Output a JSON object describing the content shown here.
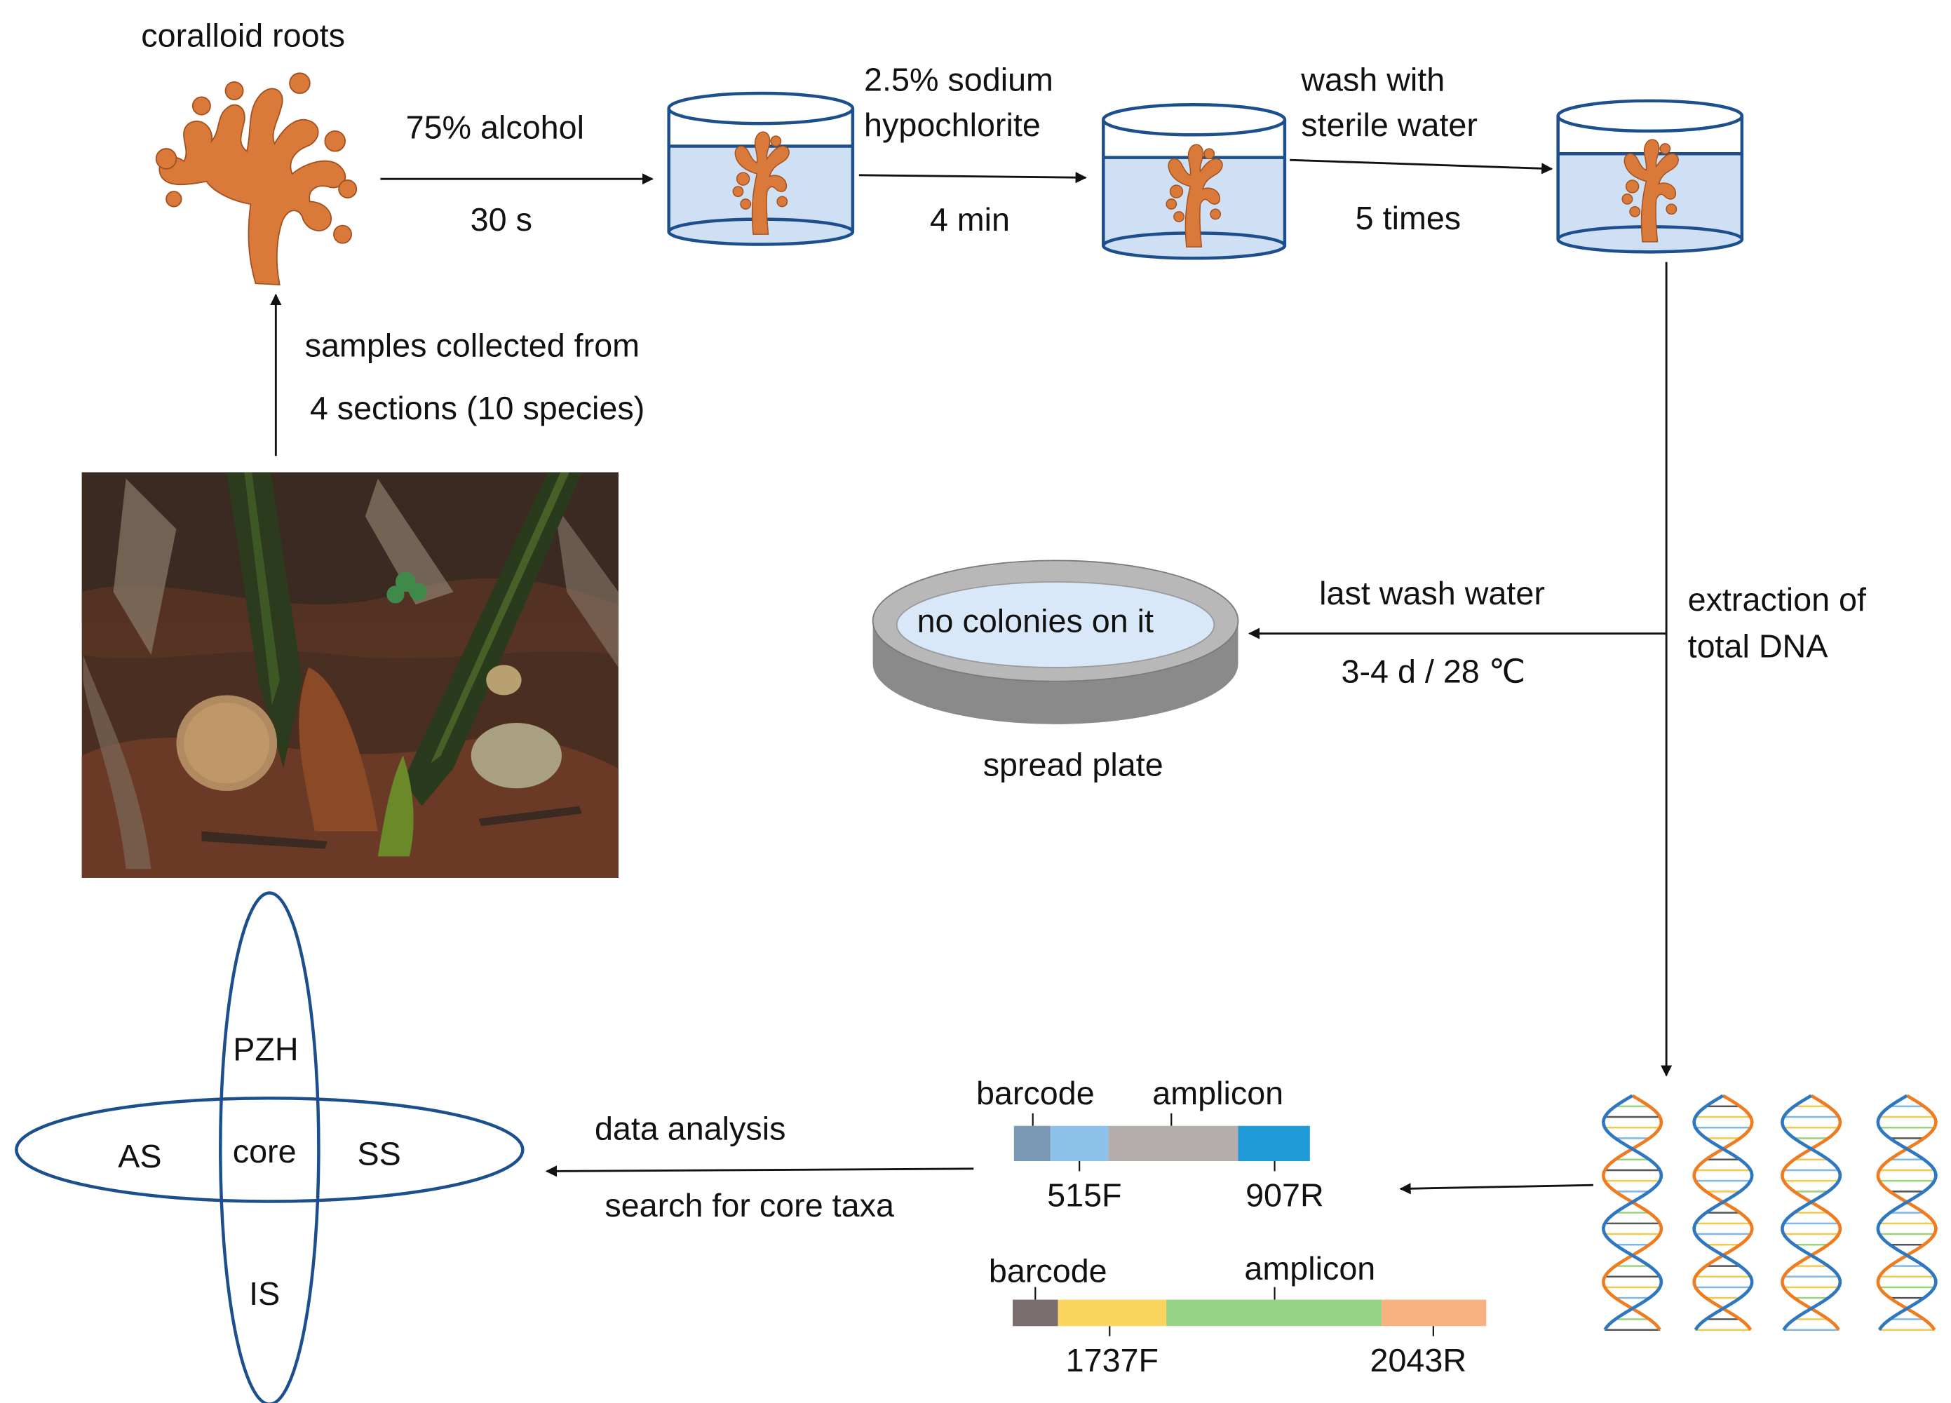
{
  "labels": {
    "coralloid_roots": "coralloid roots",
    "alcohol": "75% alcohol",
    "alcohol_time": "30 s",
    "hypochlorite_line1": "2.5% sodium",
    "hypochlorite_line2": "hypochlorite",
    "hypochlorite_time": "4 min",
    "wash_line1": "wash with",
    "wash_line2": "sterile water",
    "wash_times": "5 times",
    "samples_line1": "samples collected from",
    "samples_line2": "4 sections (10 species)",
    "last_wash": "last wash water",
    "incubation": "3-4 d / 28 ℃",
    "no_colonies": "no colonies on it",
    "spread_plate": "spread plate",
    "extraction_line1": "extraction of",
    "extraction_line2": "total DNA",
    "data_analysis": "data analysis",
    "core_taxa": "search for core taxa"
  },
  "venn": {
    "top": "PZH",
    "left": "AS",
    "center": "core",
    "right": "SS",
    "bottom": "IS"
  },
  "amplicons": [
    {
      "barcode_label": "barcode",
      "amplicon_label": "amplicon",
      "forward": "515F",
      "reverse": "907R",
      "colors": {
        "barcode": "#7b98b4",
        "forward": "#8dc3ea",
        "amplicon": "#b5adac",
        "reverse": "#1f9ad6"
      }
    },
    {
      "barcode_label": "barcode",
      "amplicon_label": "amplicon",
      "forward": "1737F",
      "reverse": "2043R",
      "colors": {
        "barcode": "#7a6e6e",
        "forward": "#fbd55e",
        "amplicon": "#97d384",
        "reverse": "#f9b182"
      }
    }
  ],
  "colors": {
    "venn_stroke": "#1c4f8c",
    "beaker_stroke": "#1c4f8c",
    "beaker_water": "#cfe0f4",
    "root": "#d97a3a",
    "dna_orange": "#ee7d22",
    "dna_blue": "#2f78c0"
  }
}
